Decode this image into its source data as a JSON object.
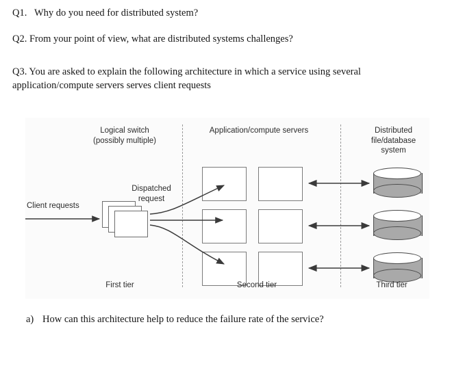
{
  "questions": [
    {
      "id": "q1",
      "text": "Q1.   Why do you need for distributed system?"
    },
    {
      "id": "q2",
      "text": "Q2. From your point of view, what are distributed systems challenges?"
    },
    {
      "id": "q3",
      "text": "Q3. You are asked to explain the following architecture in which a service using several application/compute servers serves client requests"
    }
  ],
  "sub_question": {
    "marker": "a)",
    "text": "How can this architecture help to reduce the failure rate of the service?"
  },
  "diagram": {
    "headers": {
      "logical_switch": "Logical switch\n(possibly multiple)",
      "app_servers": "Application/compute servers",
      "distributed_fs": "Distributed\nfile/database\nsystem"
    },
    "inline_labels": {
      "dispatched_request": "Dispatched\nrequest",
      "client_requests": "Client requests"
    },
    "tiers": {
      "first": "First tier",
      "second": "Second tier",
      "third": "Third tier"
    },
    "counts": {
      "switch_pages": 3,
      "server_rows": 3,
      "server_columns": 2,
      "databases": 3,
      "dispatch_arrows": 3,
      "bidirectional_arrows": 3
    },
    "colors": {
      "background": "#fbfbfb",
      "box_border": "#7a7a7a",
      "cylinder_fill": "#a9a9a9",
      "cylinder_stroke": "#4a4a4a",
      "divider": "#9a9a9a",
      "arrow": "#3a3a3a",
      "text": "#2b2b2b"
    }
  }
}
